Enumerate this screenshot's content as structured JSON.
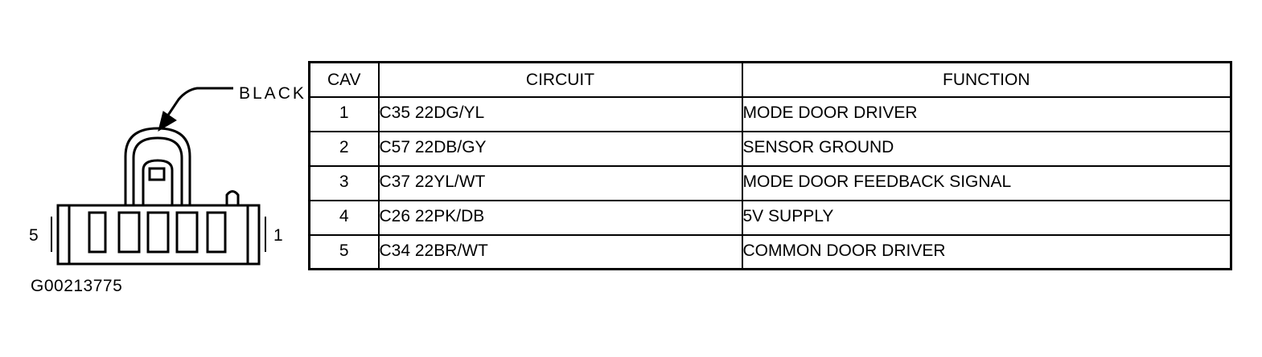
{
  "connector": {
    "color_label": "BLACK",
    "pin_left_label": "5",
    "pin_right_label": "1",
    "figure_id": "G00213775"
  },
  "table": {
    "headers": {
      "cav": "CAV",
      "circuit": "CIRCUIT",
      "function": "FUNCTION"
    },
    "rows": [
      {
        "cav": "1",
        "circuit": "C35 22DG/YL",
        "function": "MODE DOOR DRIVER"
      },
      {
        "cav": "2",
        "circuit": "C57 22DB/GY",
        "function": "SENSOR GROUND"
      },
      {
        "cav": "3",
        "circuit": "C37 22YL/WT",
        "function": "MODE DOOR FEEDBACK SIGNAL"
      },
      {
        "cav": "4",
        "circuit": "C26 22PK/DB",
        "function": "5V SUPPLY"
      },
      {
        "cav": "5",
        "circuit": "C34 22BR/WT",
        "function": "COMMON DOOR DRIVER"
      }
    ]
  }
}
